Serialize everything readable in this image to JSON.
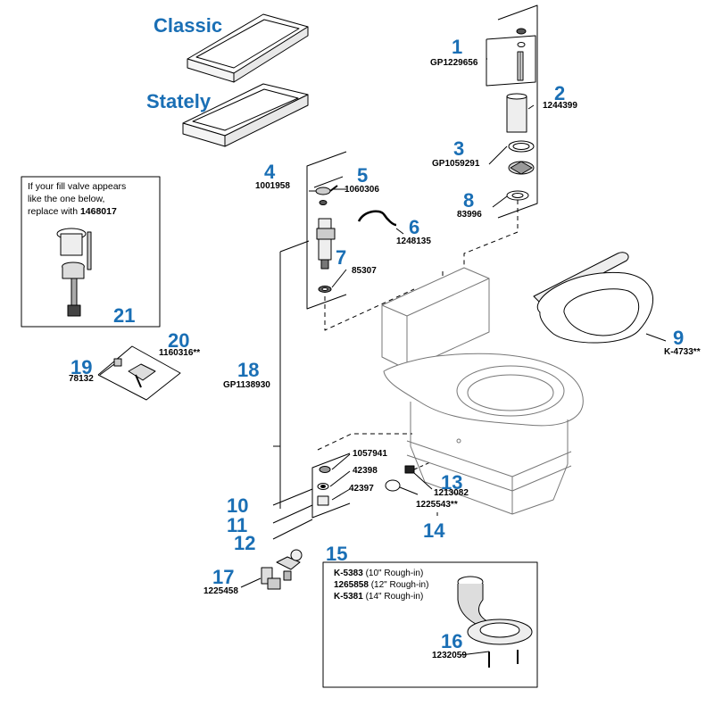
{
  "variants": {
    "classic": "Classic",
    "stately": "Stately"
  },
  "callouts": [
    {
      "id": "c1",
      "num": "1",
      "part": "GP1229656"
    },
    {
      "id": "c2",
      "num": "2",
      "part": "1244399"
    },
    {
      "id": "c3",
      "num": "3",
      "part": "GP1059291"
    },
    {
      "id": "c4",
      "num": "4",
      "part": "1001958"
    },
    {
      "id": "c5",
      "num": "5",
      "part": "1060306"
    },
    {
      "id": "c6",
      "num": "6",
      "part": "1248135"
    },
    {
      "id": "c7",
      "num": "7",
      "part": "85307"
    },
    {
      "id": "c8",
      "num": "8",
      "part": "83996"
    },
    {
      "id": "c9",
      "num": "9",
      "part": "K-4733**"
    },
    {
      "id": "c10",
      "num": "10",
      "part": "1057941"
    },
    {
      "id": "c11",
      "num": "11",
      "part": "42398"
    },
    {
      "id": "c12",
      "num": "12",
      "part": "42397"
    },
    {
      "id": "c13",
      "num": "13",
      "part": "1213082"
    },
    {
      "id": "c14",
      "num": "14",
      "part": "1225543**"
    },
    {
      "id": "c15",
      "num": "15",
      "part": ""
    },
    {
      "id": "c16",
      "num": "16",
      "part": "1232059"
    },
    {
      "id": "c17",
      "num": "17",
      "part": "1225458"
    },
    {
      "id": "c18",
      "num": "18",
      "part": "GP1138930"
    },
    {
      "id": "c19",
      "num": "19",
      "part": "78132"
    },
    {
      "id": "c20",
      "num": "20",
      "part": "1160316**"
    },
    {
      "id": "c21",
      "num": "21",
      "part": ""
    }
  ],
  "fill_valve_inset": {
    "line1": "If your fill valve appears",
    "line2": "like the one below,",
    "line3_prefix": "replace with ",
    "line3_part": "1468017"
  },
  "rough_in_options": [
    {
      "part": "K-5383",
      "note": " (10\" Rough-in)"
    },
    {
      "part": "1265858",
      "note": " (12\" Rough-in)"
    },
    {
      "part": "K-5381",
      "note": " (14\" Rough-in)"
    }
  ],
  "colors": {
    "callout_number": "#1a6fb5",
    "part_text": "#000000",
    "line": "#000000",
    "ghost": "#555555"
  }
}
